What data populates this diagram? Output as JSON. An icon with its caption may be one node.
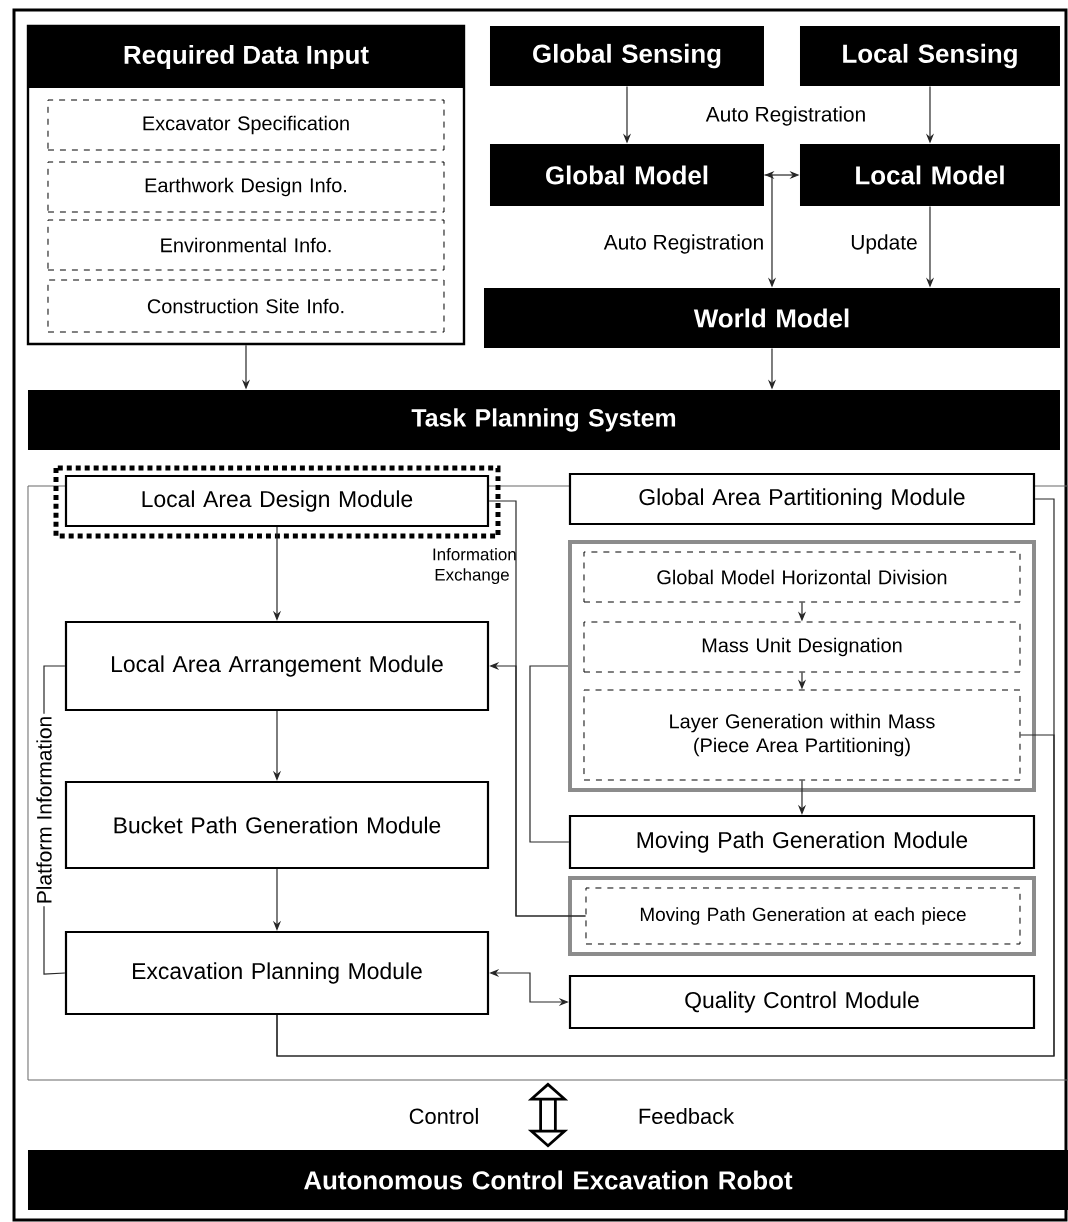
{
  "diagram": {
    "nodes": [
      {
        "text": [
          "Required Data Input"
        ]
      },
      {
        "text": [
          "Excavator Specification"
        ],
        "in": 0
      },
      {
        "text": [
          "Earthwork Design Info."
        ],
        "in": 0
      },
      {
        "text": [
          "Environmental Info."
        ],
        "in": 0
      },
      {
        "text": [
          "Construction Site Info."
        ],
        "in": 0
      },
      {
        "text": [
          "Global Sensing"
        ]
      },
      {
        "text": [
          "Local Sensing"
        ]
      },
      {
        "text": [
          "Global Model"
        ]
      },
      {
        "text": [
          "Local Model"
        ]
      },
      {
        "text": [
          "World Model"
        ]
      },
      {
        "text": [
          "Task Planning System"
        ]
      },
      {
        "text": [],
        "shape": "box"
      },
      {
        "text": [
          "Local Area Design Module"
        ],
        "in": 11
      },
      {
        "text": [
          "Global Area Partitioning Module"
        ],
        "in": 11
      },
      {
        "text": [
          "Local Area Arrangement Module"
        ],
        "in": 11
      },
      {
        "text": [],
        "shape": "box",
        "in": 11
      },
      {
        "text": [
          "Global Model Horizontal Division"
        ],
        "in": 15
      },
      {
        "text": [
          "Mass Unit Designation"
        ],
        "in": 15
      },
      {
        "text": [
          "Layer Generation within Mass (Piece Area Partitioning)"
        ],
        "in": 15
      },
      {
        "text": [
          "Bucket Path Generation Module"
        ],
        "in": 11
      },
      {
        "text": [
          "Moving Path Generation Module"
        ],
        "in": 11
      },
      {
        "text": [],
        "shape": "box",
        "in": 11
      },
      {
        "text": [
          "Moving Path Generation at each piece"
        ],
        "in": 21
      },
      {
        "text": [
          "Excavation Planning Module"
        ],
        "in": 11
      },
      {
        "text": [
          "Quality Control Module"
        ],
        "in": 11
      },
      {
        "text": [
          "Autonomous Control Excavation Robot"
        ]
      }
    ],
    "edges": [
      {
        "from": 0,
        "to": 10,
        "arrow": "to"
      },
      {
        "from": 5,
        "to": 7,
        "arrow": "to"
      },
      {
        "from": 6,
        "to": 8,
        "arrow": "to"
      },
      {
        "from": 7,
        "to": 8,
        "arrow": "both"
      },
      {
        "from": 7,
        "to": 9,
        "arrow": "to",
        "label": "Auto Registration"
      },
      {
        "from": 8,
        "to": 9,
        "arrow": "to",
        "label": "Update"
      },
      {
        "from": 9,
        "to": 10,
        "arrow": "to"
      },
      {
        "from": 12,
        "to": 14,
        "arrow": "to"
      },
      {
        "from": 14,
        "to": 19,
        "arrow": "to"
      },
      {
        "from": 19,
        "to": 23,
        "arrow": "to"
      },
      {
        "from": 16,
        "to": 17,
        "arrow": "to"
      },
      {
        "from": 17,
        "to": 18,
        "arrow": "to"
      },
      {
        "from": 18,
        "to": 20,
        "arrow": "to"
      },
      {
        "from": 12,
        "to": 22,
        "arrow": "none"
      },
      {
        "from": 22,
        "to": 14,
        "arrow": "to"
      },
      {
        "from": 15,
        "to": 20,
        "arrow": "none"
      },
      {
        "from": 13,
        "to": 23,
        "arrow": "none"
      },
      {
        "from": 18,
        "to": 23,
        "arrow": "none"
      },
      {
        "from": 14,
        "to": 23,
        "arrow": "none",
        "label": "Platform Information"
      },
      {
        "from": 23,
        "to": 24,
        "arrow": "both"
      },
      {
        "from": 11,
        "to": 25,
        "arrow": "both",
        "style": "thick"
      }
    ],
    "labels": [
      "Auto Registration",
      "Information Exchange",
      "Control",
      "Feedback"
    ]
  }
}
